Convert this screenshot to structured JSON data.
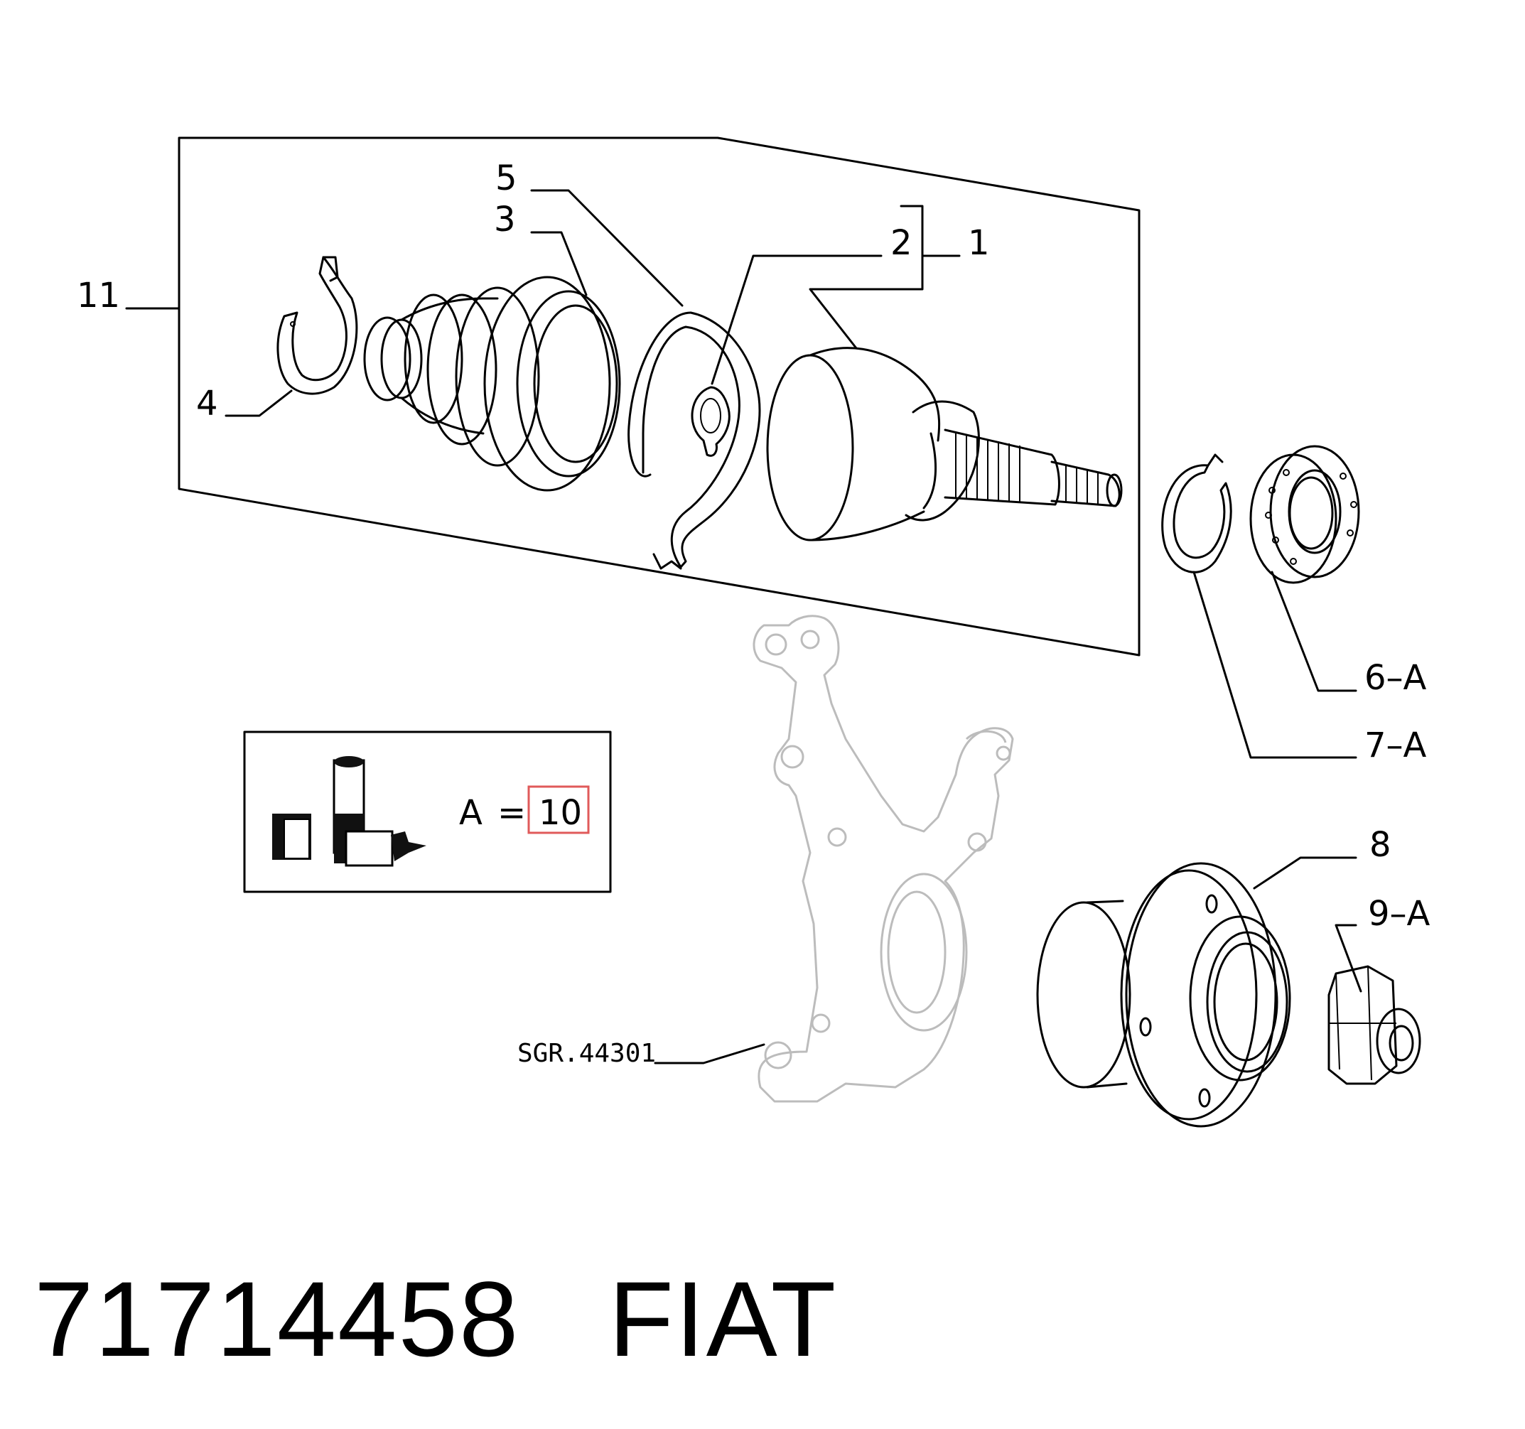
{
  "callouts": {
    "c1": "1",
    "c2": "2",
    "c3": "3",
    "c4": "4",
    "c5": "5",
    "c6": "6–A",
    "c7": "7–A",
    "c8": "8",
    "c9": "9–A",
    "c11": "11"
  },
  "reference_code": "SGR.44301",
  "legend": {
    "label": "A",
    "equals": "=",
    "value": "10",
    "value_highlight_color": "#e05a5a",
    "icon": "fiat-grease-tube-icon"
  },
  "footer": {
    "part_number": "71714458",
    "brand": "FIAT"
  }
}
